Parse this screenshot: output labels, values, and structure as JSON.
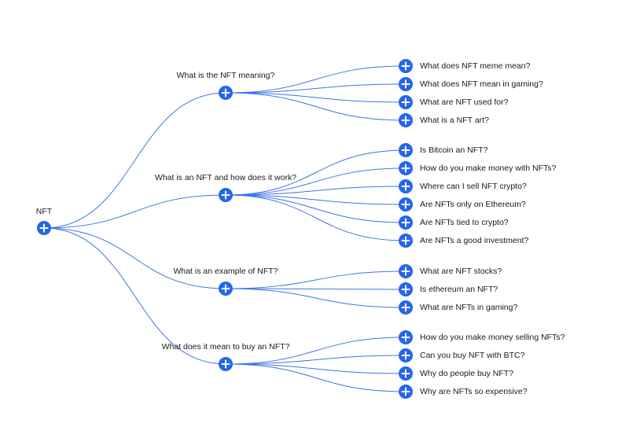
{
  "colors": {
    "link": "#3e74e8",
    "node": "#2467ea",
    "plus": "#ffffff",
    "text": "#1a1a1a"
  },
  "root": {
    "label": "NFT",
    "icon": "plus-icon"
  },
  "branches": [
    {
      "label": "What is the NFT meaning?",
      "icon": "plus-icon",
      "children": [
        {
          "label": "What does NFT meme mean?"
        },
        {
          "label": "What does NFT mean in gaming?"
        },
        {
          "label": "What are NFT used for?"
        },
        {
          "label": "What is a NFT art?"
        }
      ]
    },
    {
      "label": "What is an NFT and how does it work?",
      "icon": "plus-icon",
      "children": [
        {
          "label": "Is Bitcoin an NFT?"
        },
        {
          "label": "How do you make money with NFTs?"
        },
        {
          "label": "Where can I sell NFT crypto?"
        },
        {
          "label": "Are NFTs only on Ethereum?"
        },
        {
          "label": "Are NFTs tied to crypto?"
        },
        {
          "label": "Are NFTs a good investment?"
        }
      ]
    },
    {
      "label": "What is an example of NFT?",
      "icon": "plus-icon",
      "children": [
        {
          "label": "What are NFT stocks?"
        },
        {
          "label": "Is ethereum an NFT?"
        },
        {
          "label": "What are NFTs in gaming?"
        }
      ]
    },
    {
      "label": "What does it mean to buy an NFT?",
      "icon": "plus-icon",
      "children": [
        {
          "label": "How do you make money selling NFTs?"
        },
        {
          "label": "Can you buy NFT with BTC?"
        },
        {
          "label": "Why do people buy NFT?"
        },
        {
          "label": "Why are NFTs so expensive?"
        }
      ]
    }
  ]
}
